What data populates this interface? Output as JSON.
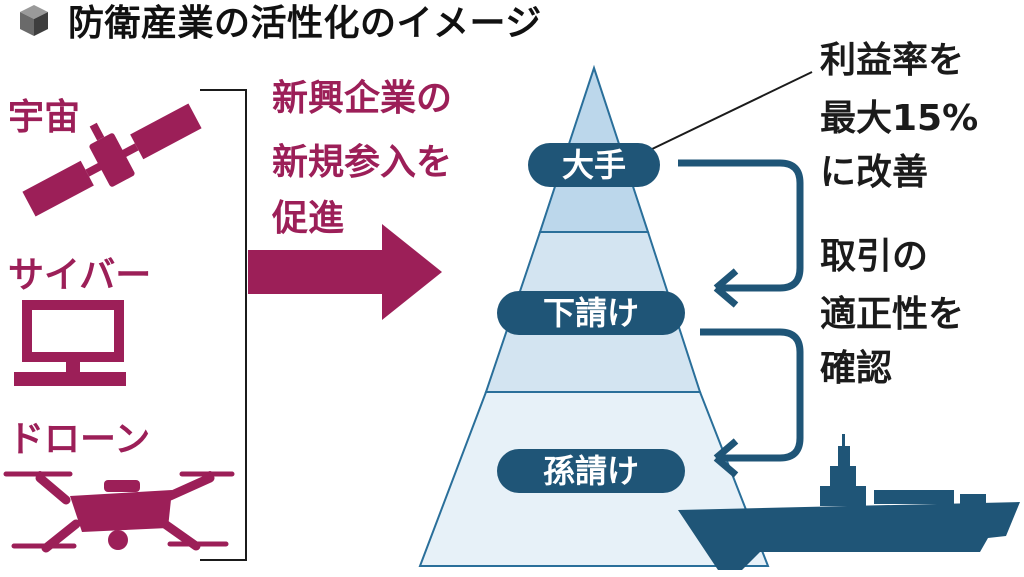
{
  "title": "防衛産業の活性化のイメージ",
  "title_icon": "cube-icon",
  "categories": [
    {
      "label": "宇宙",
      "icon": "satellite-icon"
    },
    {
      "label": "サイバー",
      "icon": "computer-monitor-icon"
    },
    {
      "label": "ドローン",
      "icon": "drone-icon"
    }
  ],
  "entry_message": [
    "新興企業の",
    "新規参入を",
    "促進"
  ],
  "pyramid_tiers": [
    "大手",
    "下請け",
    "孫請け"
  ],
  "profit_note": [
    "利益率を",
    "最大15%",
    "に改善"
  ],
  "transaction_note": [
    "取引の",
    "適正性を",
    "確認"
  ],
  "ship_icon": "warship-icon",
  "colors": {
    "magenta": "#9c1f58",
    "navy": "#1f5577",
    "pyramid_top": "#bcd7eb",
    "pyramid_mid": "#d3e4f1",
    "pyramid_bottom": "#e7f1f8",
    "ship": "#1f5577"
  }
}
